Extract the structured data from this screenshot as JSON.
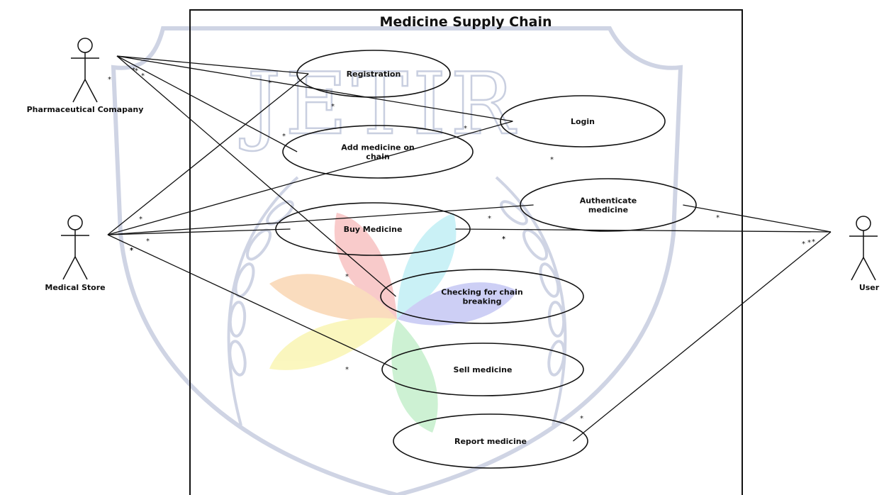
{
  "system": {
    "title": "Medicine Supply Chain"
  },
  "watermark": {
    "text": "JETIR"
  },
  "actors": [
    {
      "id": "pharma",
      "label": "Pharmaceutical Comapany"
    },
    {
      "id": "store",
      "label": "Medical Store"
    },
    {
      "id": "user",
      "label": "User"
    }
  ],
  "use_cases": [
    {
      "id": "registration",
      "lines": [
        "Registration"
      ]
    },
    {
      "id": "login",
      "lines": [
        "Login"
      ]
    },
    {
      "id": "add-medicine",
      "lines": [
        "Add medicine on",
        "chain"
      ]
    },
    {
      "id": "authenticate",
      "lines": [
        "Authenticate",
        "medicine"
      ]
    },
    {
      "id": "buy",
      "lines": [
        "Buy Medicine"
      ]
    },
    {
      "id": "checking",
      "lines": [
        "Checking for chain",
        "breaking"
      ]
    },
    {
      "id": "sell",
      "lines": [
        "Sell medicine"
      ]
    },
    {
      "id": "report",
      "lines": [
        "Report medicine"
      ]
    }
  ],
  "associations": [
    {
      "from": "pharma",
      "to": "registration"
    },
    {
      "from": "pharma",
      "to": "login"
    },
    {
      "from": "pharma",
      "to": "add-medicine"
    },
    {
      "from": "pharma",
      "to": "checking"
    },
    {
      "from": "store",
      "to": "registration"
    },
    {
      "from": "store",
      "to": "login"
    },
    {
      "from": "store",
      "to": "authenticate"
    },
    {
      "from": "store",
      "to": "buy"
    },
    {
      "from": "store",
      "to": "sell"
    },
    {
      "from": "user",
      "to": "authenticate"
    },
    {
      "from": "user",
      "to": "buy"
    },
    {
      "from": "user",
      "to": "report"
    }
  ],
  "multiplicity_symbol": "*",
  "colors": {
    "line": "#111111",
    "watermark": "#c9cfe0",
    "petal_red": "#f4a0a0",
    "petal_cyan": "#9fe6f0",
    "petal_orange": "#f7c08a",
    "petal_blue": "#a6a8ee",
    "petal_yellow": "#f7f08a",
    "petal_green": "#a6e6b0"
  }
}
